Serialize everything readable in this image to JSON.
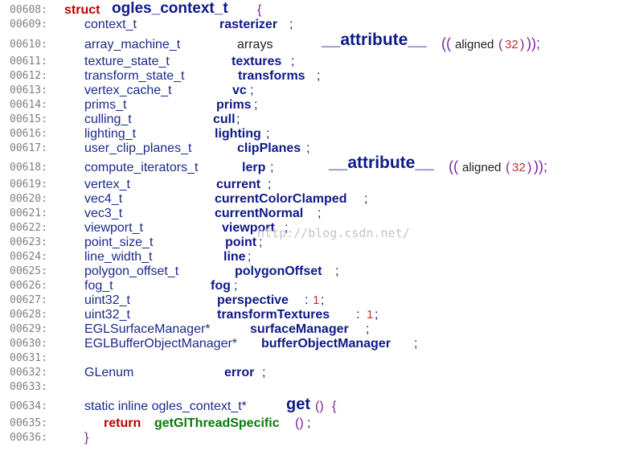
{
  "code": {
    "line_numbers": [
      "00608:",
      "00609:",
      "00610:",
      "00611:",
      "00612:",
      "00613:",
      "00614:",
      "00615:",
      "00616:",
      "00617:",
      "00618:",
      "00619:",
      "00620:",
      "00621:",
      "00622:",
      "00623:",
      "00624:",
      "00625:",
      "00626:",
      "00627:",
      "00628:",
      "00629:",
      "00630:",
      "00631:",
      "00632:",
      "00633:",
      "00634:",
      "00635:",
      "00636:"
    ],
    "header": {
      "keyword": "struct",
      "name": "ogles_context_t",
      "brace": "{"
    },
    "members": [
      {
        "type": "context_t",
        "name": "rasterizer",
        "end": ";"
      },
      {
        "type": "array_machine_t",
        "name": "arrays",
        "end": ""
      },
      {
        "type": "texture_state_t",
        "name": "textures",
        "end": ";"
      },
      {
        "type": "transform_state_t",
        "name": "transforms",
        "end": ";"
      },
      {
        "type": "vertex_cache_t",
        "name": "vc",
        "end": ";"
      },
      {
        "type": "prims_t",
        "name": "prims",
        "end": ";"
      },
      {
        "type": "culling_t",
        "name": "cull",
        "end": ";"
      },
      {
        "type": "lighting_t",
        "name": "lighting",
        "end": ";"
      },
      {
        "type": "user_clip_planes_t",
        "name": "clipPlanes",
        "end": ";"
      },
      {
        "type": "compute_iterators_t",
        "name": "lerp",
        "end": ";"
      },
      {
        "type": "vertex_t",
        "name": "current",
        "end": ";"
      },
      {
        "type": "vec4_t",
        "name": "currentColorClamped",
        "end": ";"
      },
      {
        "type": "vec3_t",
        "name": "currentNormal",
        "end": ";"
      },
      {
        "type": "viewport_t",
        "name": "viewport",
        "end": ";"
      },
      {
        "type": "point_size_t",
        "name": "point",
        "end": ";"
      },
      {
        "type": "line_width_t",
        "name": "line",
        "end": ";"
      },
      {
        "type": "polygon_offset_t",
        "name": "polygonOffset",
        "end": ";"
      },
      {
        "type": "fog_t",
        "name": "fog",
        "end": ";"
      },
      {
        "type": "uint32_t",
        "name": "perspective",
        "colon": ":",
        "bits": "1",
        "end": ";"
      },
      {
        "type": "uint32_t",
        "name": "transformTextures",
        "colon": ":",
        "bits": "1",
        "end": ";"
      },
      {
        "type": "EGLSurfaceManager*",
        "name": "surfaceManager",
        "end": ";"
      },
      {
        "type": "EGLBufferObjectManager*",
        "name": "bufferObjectManager",
        "end": ";"
      },
      {
        "type": "GLenum",
        "name": "error",
        "end": ";"
      }
    ],
    "attribute": {
      "keyword": "__attribute__",
      "open": "((",
      "text": "aligned",
      "lparen": "(",
      "value": "32",
      "rparen": ")",
      "close": "));"
    },
    "getter": {
      "prefix": "static inline ogles_context_t*",
      "name": "get",
      "parens": "()",
      "brace_open": "{",
      "return_kw": "return",
      "call": "getGlThreadSpecific",
      "call_parens": "()",
      "semicolon": ";",
      "brace_close": "}"
    }
  },
  "watermark": {
    "text": "http://blog.csdn.net/"
  }
}
